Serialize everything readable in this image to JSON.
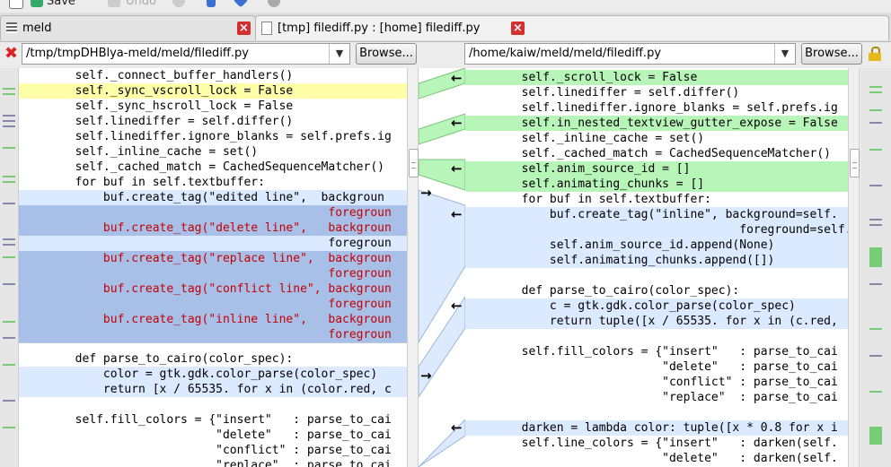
{
  "toolbar": {
    "save_label": "Save",
    "undo_label": "Undo"
  },
  "tabs": [
    {
      "label": "meld"
    },
    {
      "label": "[tmp] filediff.py : [home] filediff.py"
    }
  ],
  "left": {
    "path": "/tmp/tmpDHBlya-meld/meld/filediff.py",
    "browse_label": "Browse...",
    "lines": [
      "        self._connect_buffer_handlers()",
      "        self._sync_vscroll_lock = False",
      "        self._sync_hscroll_lock = False",
      "        self.linediffer = self.differ()",
      "        self.linediffer.ignore_blanks = self.prefs.ig",
      "        self._inline_cache = set()",
      "        self._cached_match = CachedSequenceMatcher()",
      "        for buf in self.textbuffer:",
      "            buf.create_tag(\"edited line\",  backgroun",
      "                                            foregroun",
      "            buf.create_tag(\"delete line\",   backgroun",
      "                                            foregroun",
      "            buf.create_tag(\"replace line\",  backgroun",
      "                                            foregroun",
      "            buf.create_tag(\"conflict line\", backgroun",
      "                                            foregroun",
      "            buf.create_tag(\"inline line\",   backgroun",
      "                                            foregroun",
      "",
      "        def parse_to_cairo(color_spec):",
      "            color = gtk.gdk.color_parse(color_spec)",
      "            return [x / 65535. for x in (color.red, c",
      "",
      "        self.fill_colors = {\"insert\"   : parse_to_cai",
      "                            \"delete\"   : parse_to_cai",
      "                            \"conflict\" : parse_to_cai",
      "                            \"replace\"  : parse_to_cai"
    ]
  },
  "right": {
    "path": "/home/kaiw/meld/meld/filediff.py",
    "browse_label": "Browse...",
    "lines": [
      "        self._scroll_lock = False",
      "        self.linediffer = self.differ()",
      "        self.linediffer.ignore_blanks = self.prefs.ig",
      "        self.in_nested_textview_gutter_expose = False",
      "        self._inline_cache = set()",
      "        self._cached_match = CachedSequenceMatcher()",
      "        self.anim_source_id = []",
      "        self.animating_chunks = []",
      "        for buf in self.textbuffer:",
      "            buf.create_tag(\"inline\", background=self.",
      "                                       foreground=self.",
      "            self.anim_source_id.append(None)",
      "            self.animating_chunks.append([])",
      "",
      "        def parse_to_cairo(color_spec):",
      "            c = gtk.gdk.color_parse(color_spec)",
      "            return tuple([x / 65535. for x in (c.red,",
      "",
      "        self.fill_colors = {\"insert\"   : parse_to_cai",
      "                            \"delete\"   : parse_to_cai",
      "                            \"conflict\" : parse_to_cai",
      "                            \"replace\"  : parse_to_cai",
      "",
      "        darken = lambda color: tuple([x * 0.8 for x i",
      "        self.line_colors = {\"insert\"   : darken(self.",
      "                            \"delete\"   : darken(self."
    ]
  },
  "colors": {
    "insert": "#b8f5b8",
    "change": "#dbeaff",
    "change_dark": "#a8bfe8",
    "current": "#ffffaa",
    "inline": "#f7b9c9"
  }
}
